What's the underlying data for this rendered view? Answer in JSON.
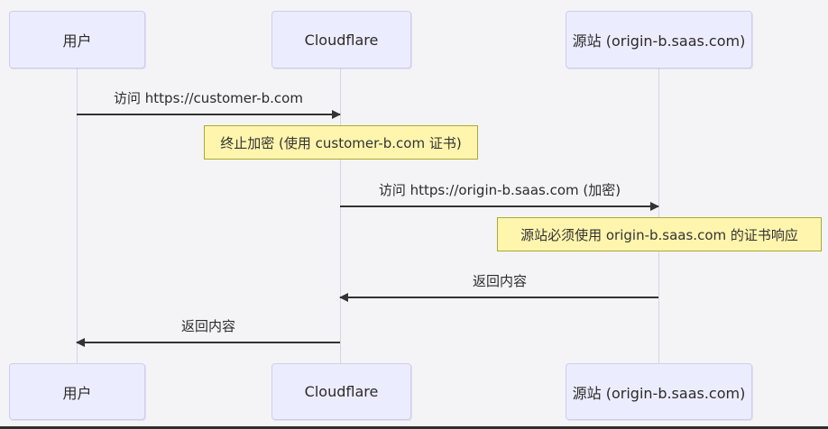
{
  "colors": {
    "canvas-bg": "#f4f4f6",
    "actor-fill": "#ececff",
    "actor-border": "#cfcdf0",
    "lifeline": "#d7d2ec",
    "arrow": "#333333",
    "note-fill": "#fff5ad",
    "note-border": "#aaaa33",
    "text": "#2b2b2b",
    "bottom-bar": "#2e2e2e"
  },
  "diagram_type": "sequence",
  "actors": [
    {
      "label": "用户"
    },
    {
      "label": "Cloudflare"
    },
    {
      "label": "源站 (origin-b.saas.com)"
    }
  ],
  "messages": [
    {
      "from": "用户",
      "to": "Cloudflare",
      "direction": "right",
      "label": "访问 https://customer-b.com"
    },
    {
      "from": "Cloudflare",
      "to": "源站 (origin-b.saas.com)",
      "direction": "right",
      "label": "访问 https://origin-b.saas.com (加密)"
    },
    {
      "from": "源站 (origin-b.saas.com)",
      "to": "Cloudflare",
      "direction": "left",
      "label": "返回内容"
    },
    {
      "from": "Cloudflare",
      "to": "用户",
      "direction": "left",
      "label": "返回内容"
    }
  ],
  "notes": [
    {
      "over": "Cloudflare",
      "label": "终止加密 (使用 customer-b.com 证书)"
    },
    {
      "over": "源站 (origin-b.saas.com)",
      "label": "源站必须使用 origin-b.saas.com 的证书响应"
    }
  ]
}
